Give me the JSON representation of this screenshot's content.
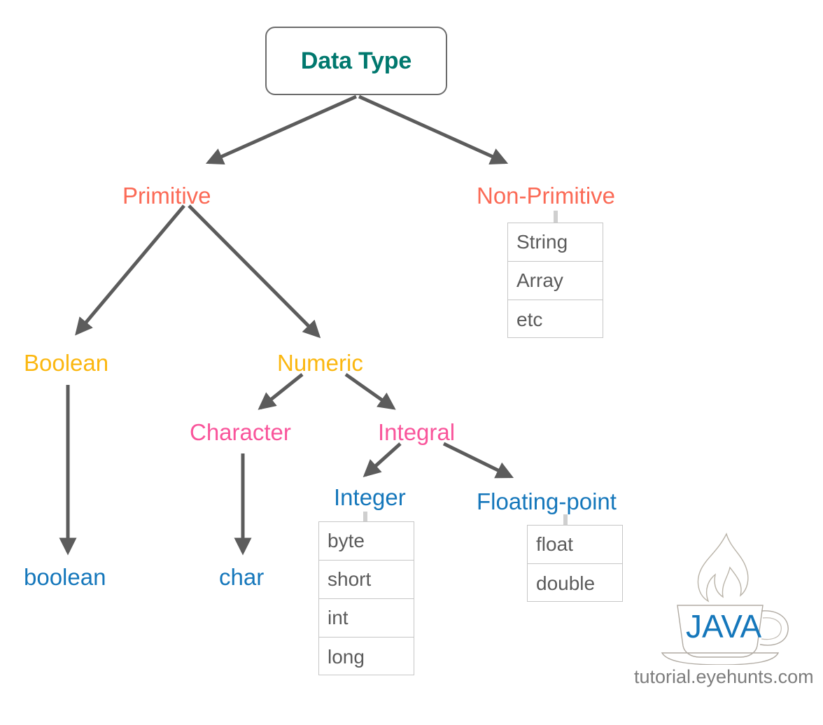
{
  "diagram": {
    "title": "Data Type",
    "root": {
      "label": "Data Type",
      "color": "#00786e"
    },
    "nodes": {
      "primitive": {
        "label": "Primitive",
        "color": "#fb6a56"
      },
      "non_primitive": {
        "label": "Non-Primitive",
        "color": "#fb6a56"
      },
      "boolean_group": {
        "label": "Boolean",
        "color": "#fbb710"
      },
      "numeric": {
        "label": "Numeric",
        "color": "#fbb710"
      },
      "character": {
        "label": "Character",
        "color": "#f9559b"
      },
      "integral": {
        "label": "Integral",
        "color": "#f9559b"
      },
      "integer": {
        "label": "Integer",
        "color": "#1577bb"
      },
      "floating_point": {
        "label": "Floating-point",
        "color": "#1577bb"
      },
      "boolean_leaf": {
        "label": "boolean",
        "color": "#1577bb"
      },
      "char_leaf": {
        "label": "char",
        "color": "#1577bb"
      }
    },
    "tables": {
      "non_primitive_types": [
        "String",
        "Array",
        "etc"
      ],
      "integer_types": [
        "byte",
        "short",
        "int",
        "long"
      ],
      "floating_point_types": [
        "float",
        "double"
      ]
    },
    "edge_color": "#5c5c5c",
    "table_border_color": "#c6c6c6",
    "table_text_color": "#5b5b5b"
  },
  "watermark": {
    "logo_text": "JAVA",
    "site": "tutorial.eyehunts.com"
  }
}
